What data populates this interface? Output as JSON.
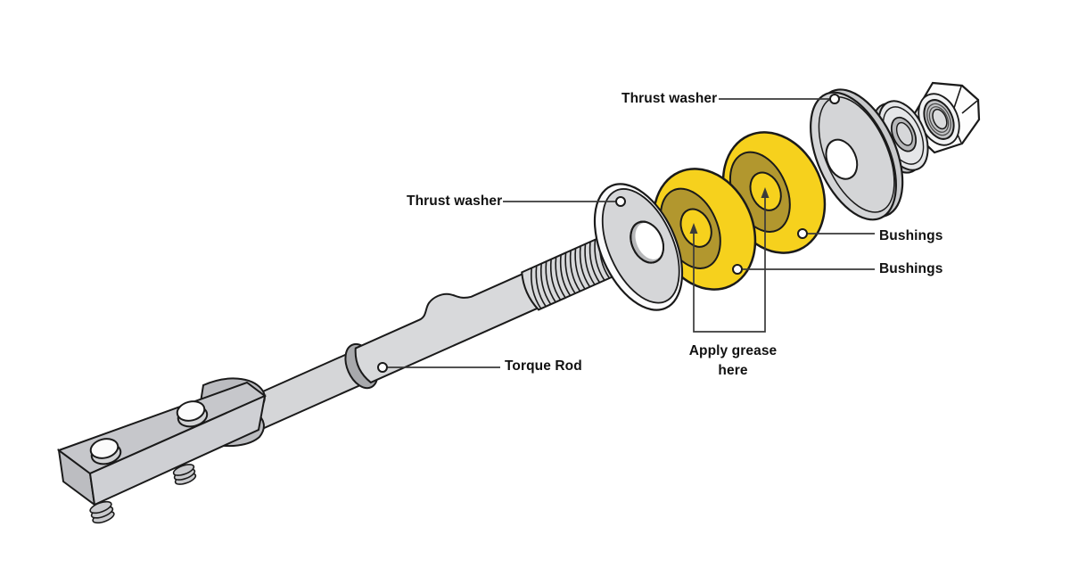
{
  "figure": {
    "background": "#FFFFFF",
    "labels": {
      "thrust_washer_upper": "Thrust washer",
      "thrust_washer_lower": "Thrust washer",
      "bushings_upper": "Bushings",
      "bushings_lower": "Bushings",
      "torque_rod": "Torque Rod",
      "apply_grease_line1": "Apply grease",
      "apply_grease_line2": "here"
    },
    "colors": {
      "bushing_yellow": "#F6D11D",
      "bushing_olive": "#B2972E",
      "metal_light": "#D8D9DB",
      "metal_mid": "#C6C7CB",
      "metal_dark": "#A8A9AC",
      "outline": "#1A1A1A",
      "leader": "#3A3A3A"
    }
  }
}
